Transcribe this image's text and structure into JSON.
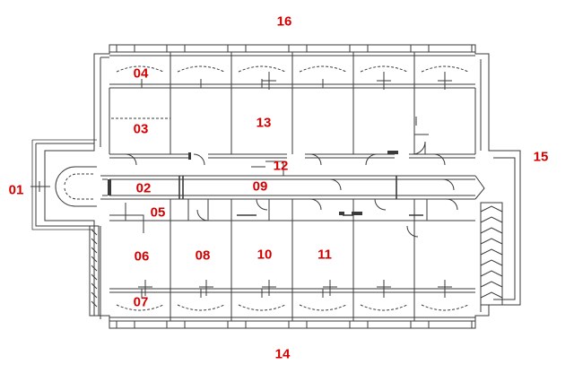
{
  "label_color": "#d40000",
  "line_color": "#3a3a3a",
  "labels": {
    "r01": "01",
    "r02": "02",
    "r03": "03",
    "r04": "04",
    "r05": "05",
    "r06": "06",
    "r07": "07",
    "r08": "08",
    "r09": "09",
    "r10": "10",
    "r11": "11",
    "r12": "12",
    "r13": "13",
    "r14": "14",
    "r15": "15",
    "r16": "16"
  }
}
